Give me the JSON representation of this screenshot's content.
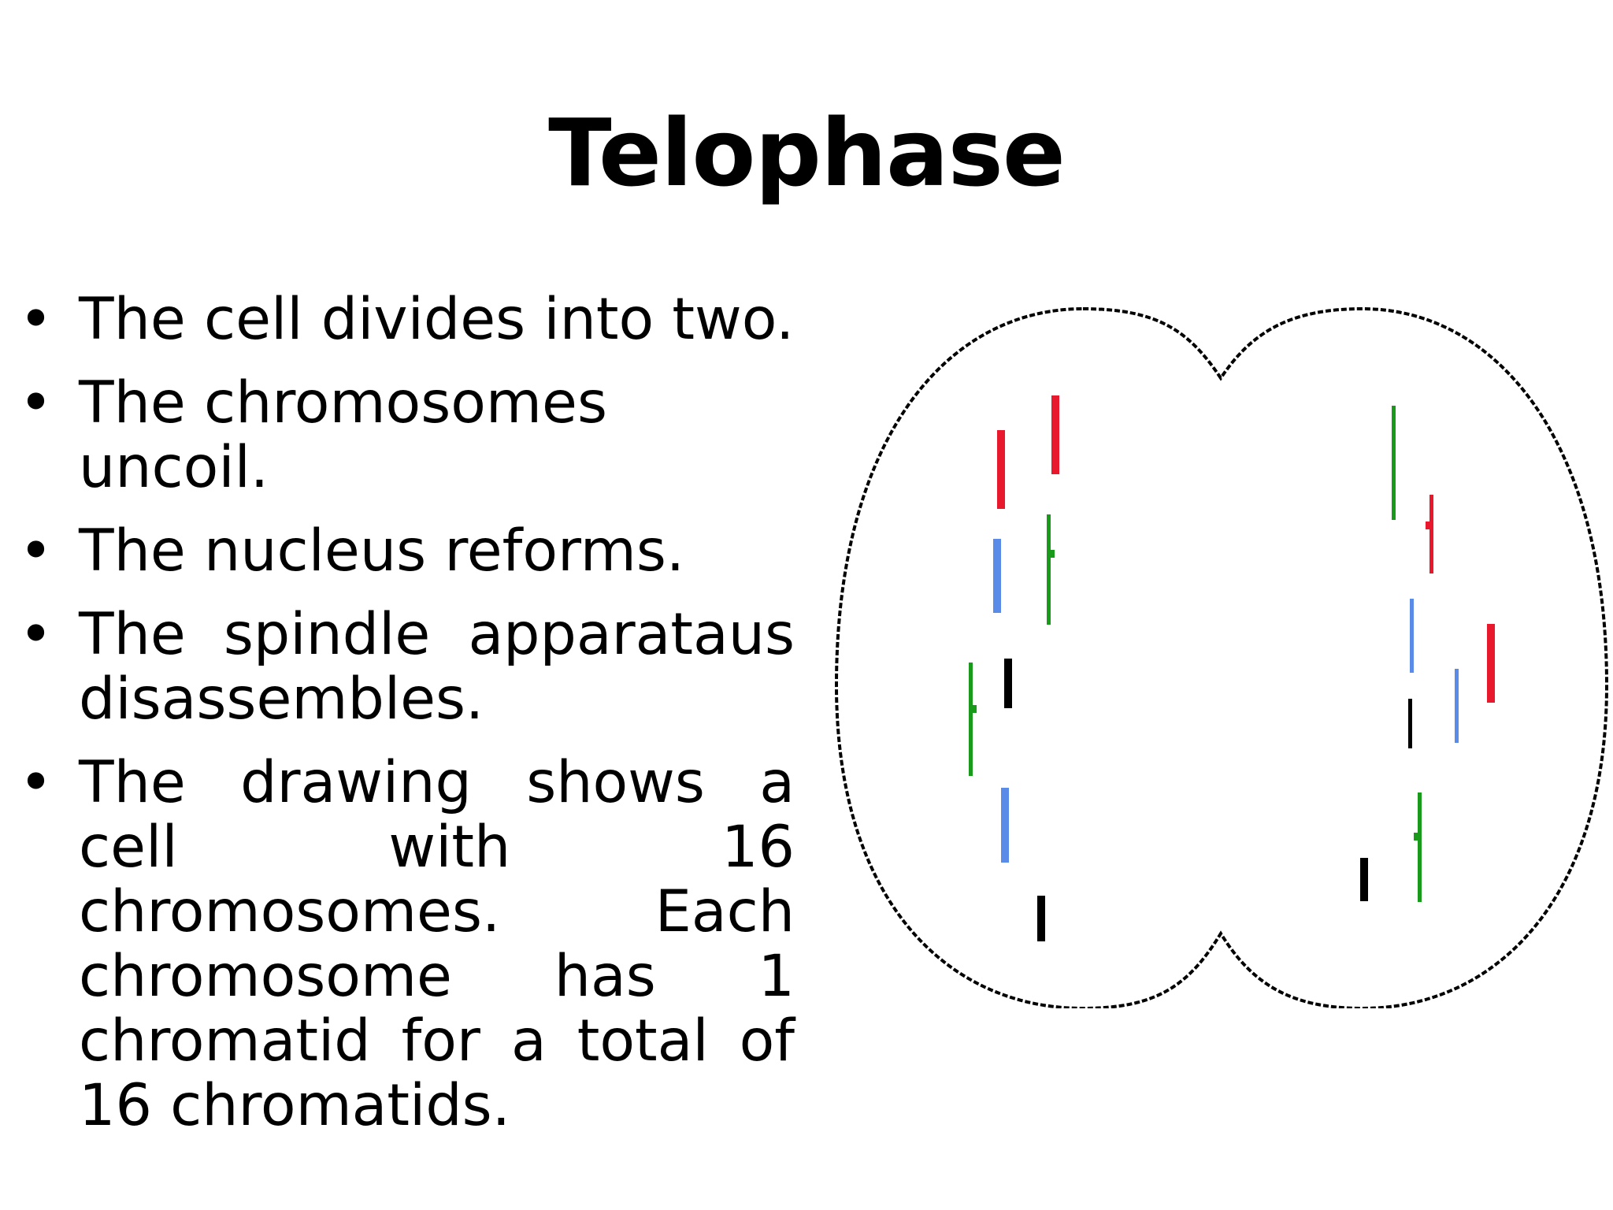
{
  "title": "Telophase",
  "bullets": [
    "The cell divides into two.",
    "The chromosomes uncoil.",
    "The nucleus reforms.",
    "The spindle apparataus disassembles.",
    "The drawing shows a cell with 16 chromosomes. Each chromosome has 1 chromatid for a total of 16 chromatids."
  ],
  "bullet_glyph": "•",
  "colors": {
    "outline": "#000000",
    "red": "#e8192c",
    "green": "#1a9a1a",
    "blue": "#5b8be8",
    "black": "#000000"
  }
}
